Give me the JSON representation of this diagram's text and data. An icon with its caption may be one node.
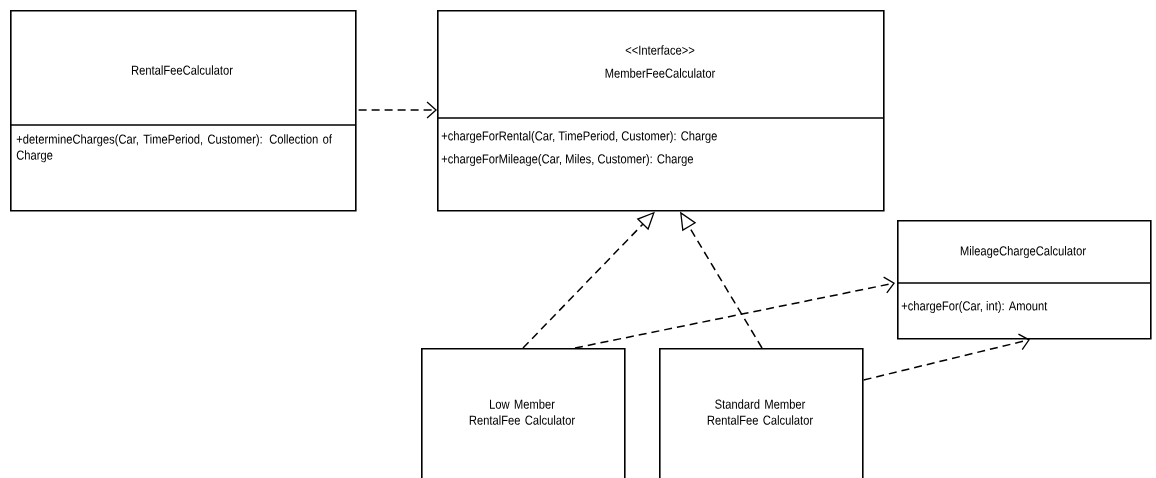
{
  "diagram": {
    "nodes": [
      {
        "text": [
          "RentalFeeCalculator",
          "+determineCharges(Car, TimePeriod, Customer): Collection of Charge"
        ]
      },
      {
        "text": [
          "<<Interface>>",
          "MemberFeeCalculator",
          "+chargeForRental(Car, TimePeriod, Customer): Charge",
          "+chargeForMileage(Car, Miles, Customer): Charge"
        ]
      },
      {
        "text": [
          "MileageChargeCalculator",
          "+chargeFor(Car, int): Amount"
        ]
      },
      {
        "text": [
          "Low Member RentalFee Calculator"
        ]
      },
      {
        "text": [
          "Standard Member RentalFee Calculator"
        ]
      }
    ],
    "edges": [
      {
        "from": 0,
        "to": 1,
        "arrow": "to",
        "style": "dashed"
      },
      {
        "from": 3,
        "to": 1,
        "arrow": "to",
        "style": "dashed"
      },
      {
        "from": 4,
        "to": 1,
        "arrow": "to",
        "style": "dashed"
      },
      {
        "from": 3,
        "to": 2,
        "arrow": "to",
        "style": "dashed"
      },
      {
        "from": 4,
        "to": 2,
        "arrow": "to",
        "style": "dashed"
      }
    ]
  }
}
